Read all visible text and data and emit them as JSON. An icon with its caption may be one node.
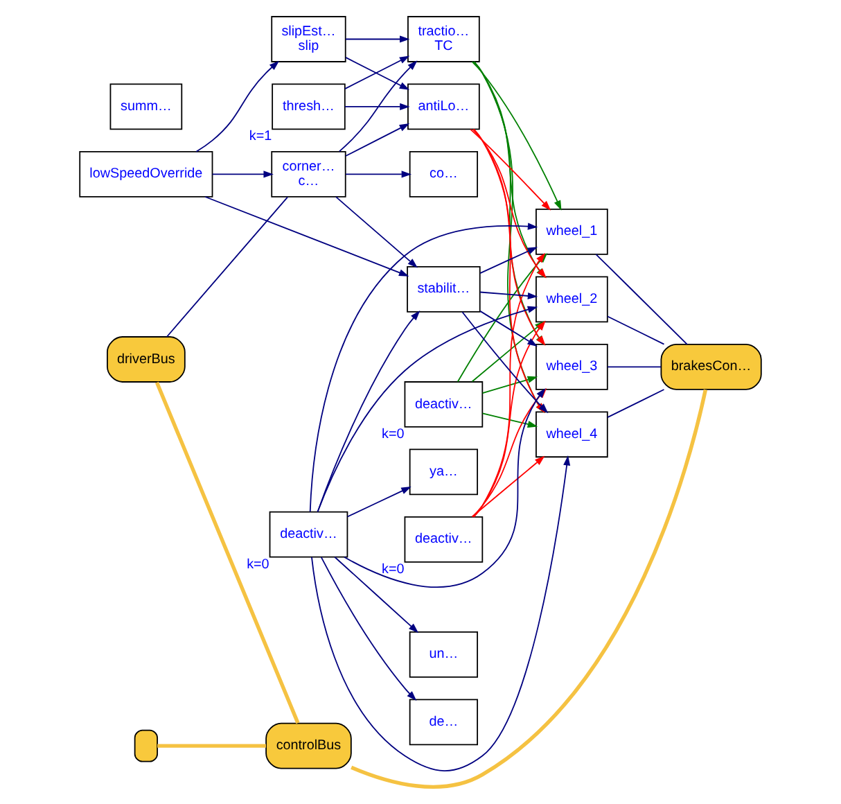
{
  "diagram": {
    "nodes": [
      {
        "text": [
          "lowSpeedOverride"
        ]
      },
      {
        "text": [
          "slipEst…",
          "slip"
        ]
      },
      {
        "text": [
          "corner…",
          "c…"
        ]
      },
      {
        "text": [
          "thresh…"
        ],
        "beside": [
          "k=1"
        ]
      },
      {
        "text": [
          "deactiv…"
        ],
        "beside": [
          "k=0"
        ]
      },
      {
        "text": [
          "tractio…",
          "TC"
        ]
      },
      {
        "text": [
          "deactiv…"
        ],
        "beside": [
          "k=0"
        ]
      },
      {
        "text": [
          "antiLo…"
        ]
      },
      {
        "text": [
          "deactiv…"
        ],
        "beside": [
          "k=0"
        ]
      },
      {
        "text": [
          "stabilit…"
        ]
      },
      {
        "text": [
          "wheel_1"
        ]
      },
      {
        "text": [
          "wheel_2"
        ]
      },
      {
        "text": [
          "wheel_3"
        ]
      },
      {
        "text": [
          "wheel_4"
        ]
      },
      {
        "text": [
          "brakesCon…"
        ]
      },
      {
        "text": [
          "summ…"
        ]
      },
      {
        "text": [
          "driverBus"
        ]
      },
      {
        "text": [
          "controlBus"
        ]
      },
      {
        "text": [
          "co…"
        ]
      },
      {
        "text": [
          "un…"
        ]
      },
      {
        "text": [
          "de…"
        ]
      },
      {
        "text": [
          "ya…"
        ]
      },
      {
        "text": [],
        "shape": "box"
      }
    ],
    "edges": [
      {
        "from": 0,
        "to": 1,
        "arrow": "to"
      },
      {
        "from": 0,
        "to": 2,
        "arrow": "to"
      },
      {
        "from": 0,
        "to": 9,
        "arrow": "to"
      },
      {
        "from": 1,
        "to": 5,
        "arrow": "to"
      },
      {
        "from": 1,
        "to": 7,
        "arrow": "to"
      },
      {
        "from": 2,
        "to": 5,
        "arrow": "to"
      },
      {
        "from": 2,
        "to": 7,
        "arrow": "to"
      },
      {
        "from": 2,
        "to": 9,
        "arrow": "to"
      },
      {
        "from": 3,
        "to": 5,
        "arrow": "to"
      },
      {
        "from": 3,
        "to": 7,
        "arrow": "to"
      },
      {
        "from": 4,
        "to": 10,
        "arrow": "to",
        "color": "#008000"
      },
      {
        "from": 4,
        "to": 11,
        "arrow": "to",
        "color": "#008000"
      },
      {
        "from": 4,
        "to": 12,
        "arrow": "to",
        "color": "#008000"
      },
      {
        "from": 4,
        "to": 13,
        "arrow": "to",
        "color": "#008000"
      },
      {
        "from": 5,
        "to": 10,
        "arrow": "to",
        "color": "#008000"
      },
      {
        "from": 5,
        "to": 11,
        "arrow": "to",
        "color": "#008000"
      },
      {
        "from": 5,
        "to": 12,
        "arrow": "to",
        "color": "#008000"
      },
      {
        "from": 5,
        "to": 13,
        "arrow": "to",
        "color": "#008000"
      },
      {
        "from": 6,
        "to": 10,
        "arrow": "to",
        "color": "#ff0000"
      },
      {
        "from": 6,
        "to": 11,
        "arrow": "to",
        "color": "#ff0000"
      },
      {
        "from": 6,
        "to": 12,
        "arrow": "to",
        "color": "#ff0000"
      },
      {
        "from": 6,
        "to": 13,
        "arrow": "to",
        "color": "#ff0000"
      },
      {
        "from": 7,
        "to": 10,
        "arrow": "to",
        "color": "#ff0000"
      },
      {
        "from": 7,
        "to": 11,
        "arrow": "to",
        "color": "#ff0000"
      },
      {
        "from": 7,
        "to": 12,
        "arrow": "to",
        "color": "#ff0000"
      },
      {
        "from": 7,
        "to": 13,
        "arrow": "to",
        "color": "#ff0000"
      },
      {
        "from": 8,
        "to": 10,
        "arrow": "to"
      },
      {
        "from": 8,
        "to": 11,
        "arrow": "to"
      },
      {
        "from": 8,
        "to": 12,
        "arrow": "to"
      },
      {
        "from": 8,
        "to": 13,
        "arrow": "to"
      },
      {
        "from": 9,
        "to": 10,
        "arrow": "to"
      },
      {
        "from": 9,
        "to": 11,
        "arrow": "to"
      },
      {
        "from": 9,
        "to": 12,
        "arrow": "to"
      },
      {
        "from": 9,
        "to": 13,
        "arrow": "to"
      },
      {
        "from": 10,
        "to": 14,
        "arrow": "none"
      },
      {
        "from": 11,
        "to": 14,
        "arrow": "none"
      },
      {
        "from": 12,
        "to": 14,
        "arrow": "none"
      },
      {
        "from": 13,
        "to": 14,
        "arrow": "none"
      },
      {
        "from": 8,
        "to": 9,
        "arrow": "to"
      },
      {
        "from": 2,
        "to": 18,
        "arrow": "to"
      },
      {
        "from": 8,
        "to": 19,
        "arrow": "to"
      },
      {
        "from": 8,
        "to": 20,
        "arrow": "to"
      },
      {
        "from": 8,
        "to": 21,
        "arrow": "to"
      },
      {
        "from": 16,
        "to": 2,
        "arrow": "none"
      },
      {
        "from": 22,
        "to": 17,
        "arrow": "none",
        "style": "thick",
        "color": "#f5c242"
      },
      {
        "from": 16,
        "to": 17,
        "arrow": "none",
        "style": "thick",
        "color": "#f5c242"
      },
      {
        "from": 17,
        "to": 14,
        "arrow": "none",
        "style": "thick",
        "color": "#f5c242"
      }
    ]
  }
}
